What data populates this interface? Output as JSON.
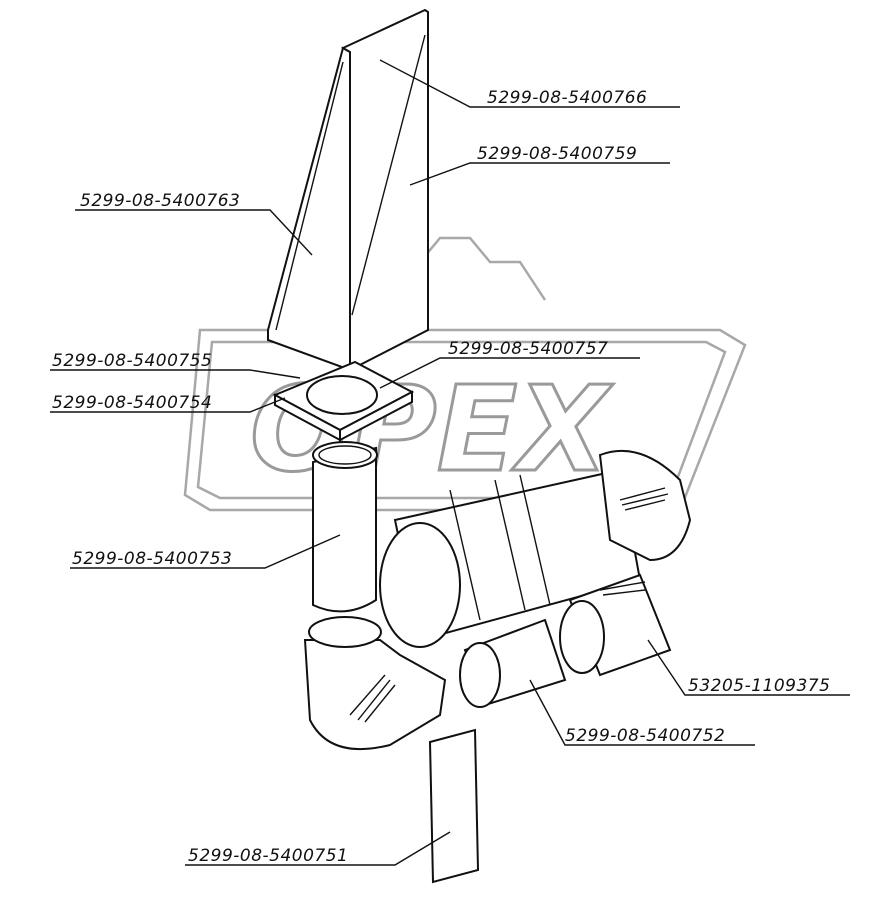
{
  "watermark": {
    "text": "OPEX"
  },
  "labels": [
    {
      "id": "pan-766",
      "text": "5299-08-5400766"
    },
    {
      "id": "pan-759",
      "text": "5299-08-5400759"
    },
    {
      "id": "pan-763",
      "text": "5299-08-5400763"
    },
    {
      "id": "plate-755",
      "text": "5299-08-5400755"
    },
    {
      "id": "plate-757",
      "text": "5299-08-5400757"
    },
    {
      "id": "plate-754",
      "text": "5299-08-5400754"
    },
    {
      "id": "pipe-753",
      "text": "5299-08-5400753"
    },
    {
      "id": "hose-375",
      "text": "53205-1109375"
    },
    {
      "id": "pipe-752",
      "text": "5299-08-5400752"
    },
    {
      "id": "pad-751",
      "text": "5299-08-5400751"
    }
  ]
}
